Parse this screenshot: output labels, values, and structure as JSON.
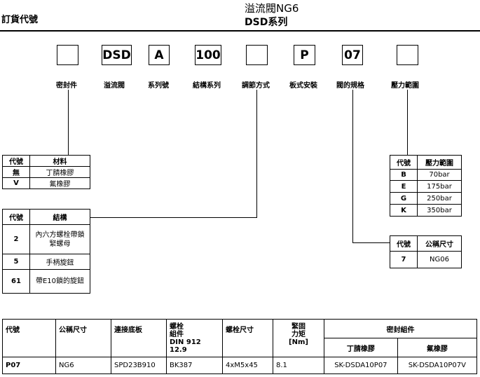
{
  "header": {
    "left_title": "訂貨代號",
    "product_name": "溢流閥NG6",
    "series": "DSD系列"
  },
  "code_boxes": [
    {
      "value": "",
      "label": "密封件"
    },
    {
      "value": "DSD",
      "label": "溢流閥"
    },
    {
      "value": "A",
      "label": "系列號"
    },
    {
      "value": "100",
      "label": "結構系列"
    },
    {
      "value": "",
      "label": "調節方式"
    },
    {
      "value": "P",
      "label": "板式安裝"
    },
    {
      "value": "07",
      "label": "閥的規格"
    },
    {
      "value": "",
      "label": "壓力範圍"
    }
  ],
  "seal_table": {
    "headers": [
      "代號",
      "材料"
    ],
    "rows": [
      [
        "無",
        "丁腈橡膠"
      ],
      [
        "V",
        "氟橡膠"
      ]
    ]
  },
  "adjust_table": {
    "headers": [
      "代號",
      "結構"
    ],
    "rows": [
      [
        "2",
        "內六方螺栓帶鎖緊螺母"
      ],
      [
        "5",
        "手柄旋鈕"
      ],
      [
        "61",
        "帶E10鎖的旋鈕"
      ]
    ]
  },
  "pressure_table": {
    "headers": [
      "代號",
      "壓力範圍"
    ],
    "rows": [
      [
        "B",
        "70bar"
      ],
      [
        "E",
        "175bar"
      ],
      [
        "G",
        "250bar"
      ],
      [
        "K",
        "350bar"
      ]
    ]
  },
  "size_table": {
    "headers": [
      "代號",
      "公稱尺寸"
    ],
    "rows": [
      [
        "7",
        "NG06"
      ]
    ]
  },
  "spec_table": {
    "headers": {
      "code": "代號",
      "size": "公稱尺寸",
      "base": "連接底板",
      "bolt_line1": "螺栓",
      "bolt_line2": "組件",
      "bolt_line3": "DIN 912 12.9",
      "bolt_size": "螺栓尺寸",
      "torque_line1": "緊固",
      "torque_line2": "力矩",
      "torque_line3": "[Nm]",
      "seal_kit": "密封組件",
      "nbr": "丁腈橡膠",
      "fkm": "氟橡膠"
    },
    "row": {
      "code": "P07",
      "size": "NG6",
      "base": "SPD23B910",
      "bolt": "BK387",
      "bolt_size": "4xM5x45",
      "torque": "8.1",
      "nbr": "SK-DSDA10P07",
      "fkm": "SK-DSDA10P07V"
    }
  }
}
